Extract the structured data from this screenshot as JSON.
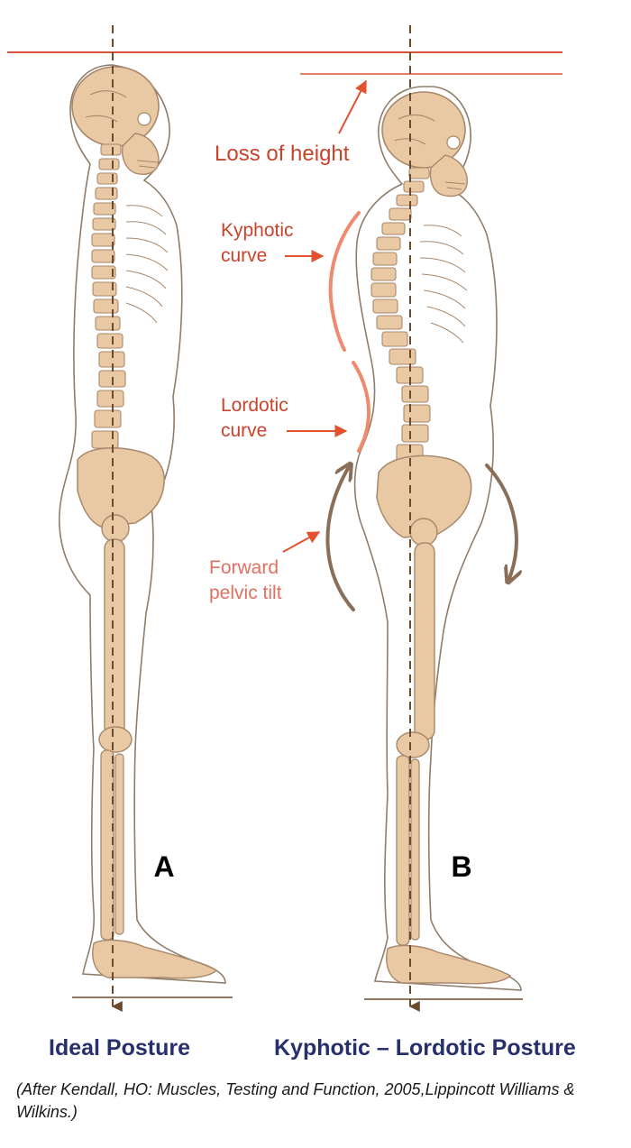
{
  "figures": {
    "a": {
      "letter": "A",
      "caption": "Ideal Posture"
    },
    "b": {
      "letter": "B",
      "caption": "Kyphotic – Lordotic Posture"
    }
  },
  "annotations": {
    "loss_of_height": "Loss of height",
    "kyphotic_line1": "Kyphotic",
    "kyphotic_line2": "curve",
    "lordotic_line1": "Lordotic",
    "lordotic_line2": "curve",
    "pelvic_line1": "Forward",
    "pelvic_line2": "pelvic tilt"
  },
  "citation": "(After Kendall, HO: Muscles, Testing and Function, 2005,Lippincott Williams & Wilkins.)",
  "colors": {
    "reference_line": "#d9553a",
    "label_text": "#c8432b",
    "arrow": "#e2522e",
    "curve_highlight": "#f08a6e",
    "tilt_arrow": "#8a6e58",
    "bone": "#e9c9a4",
    "bone_outline": "#a8876a",
    "body_outline": "#8f7d6a",
    "caption": "#27306d",
    "plumb_line": "#6b4a2e"
  }
}
